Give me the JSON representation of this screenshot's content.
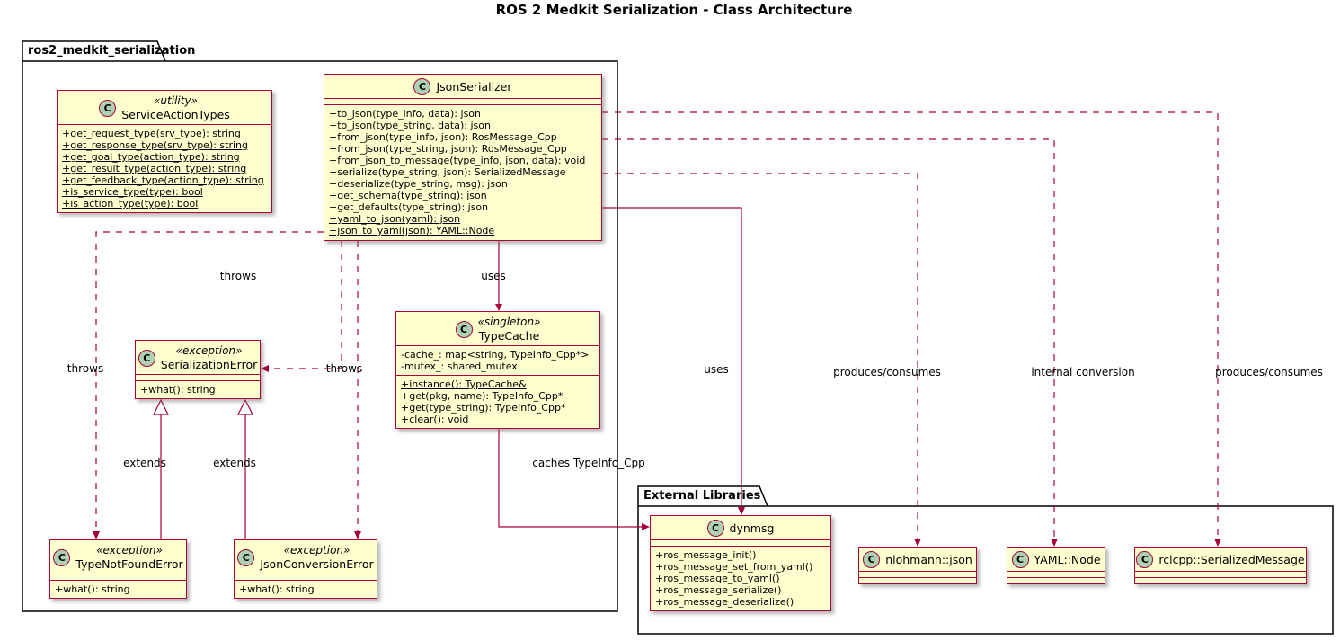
{
  "title": "ROS 2 Medkit Serialization - Class Architecture",
  "ui": {
    "class_icon": "C"
  },
  "packages": {
    "main": "ros2_medkit_serialization",
    "external": "External Libraries"
  },
  "classes": {
    "service_action_types": {
      "stereotype": "«utility»",
      "name": "ServiceActionTypes",
      "attributes": [],
      "methods": [
        {
          "t": "+get_request_type(srv_type): string",
          "s": true
        },
        {
          "t": "+get_response_type(srv_type): string",
          "s": true
        },
        {
          "t": "+get_goal_type(action_type): string",
          "s": true
        },
        {
          "t": "+get_result_type(action_type): string",
          "s": true
        },
        {
          "t": "+get_feedback_type(action_type): string",
          "s": true
        },
        {
          "t": "+is_service_type(type): bool",
          "s": true
        },
        {
          "t": "+is_action_type(type): bool",
          "s": true
        }
      ]
    },
    "json_serializer": {
      "name": "JsonSerializer",
      "attributes": [],
      "methods": [
        {
          "t": "+to_json(type_info, data): json",
          "s": false
        },
        {
          "t": "+to_json(type_string, data): json",
          "s": false
        },
        {
          "t": "+from_json(type_info, json): RosMessage_Cpp",
          "s": false
        },
        {
          "t": "+from_json(type_string, json): RosMessage_Cpp",
          "s": false
        },
        {
          "t": "+from_json_to_message(type_info, json, data): void",
          "s": false
        },
        {
          "t": "+serialize(type_string, json): SerializedMessage",
          "s": false
        },
        {
          "t": "+deserialize(type_string, msg): json",
          "s": false
        },
        {
          "t": "+get_schema(type_string): json",
          "s": false
        },
        {
          "t": "+get_defaults(type_string): json",
          "s": false
        },
        {
          "t": "+yaml_to_json(yaml): json",
          "s": true
        },
        {
          "t": "+json_to_yaml(json): YAML::Node",
          "s": true
        }
      ]
    },
    "type_cache": {
      "stereotype": "«singleton»",
      "name": "TypeCache",
      "attributes": [
        {
          "t": "-cache_: map<string, TypeInfo_Cpp*>",
          "s": false
        },
        {
          "t": "-mutex_: shared_mutex",
          "s": false
        }
      ],
      "methods": [
        {
          "t": "+instance(): TypeCache&",
          "s": true
        },
        {
          "t": "+get(pkg, name): TypeInfo_Cpp*",
          "s": false
        },
        {
          "t": "+get(type_string): TypeInfo_Cpp*",
          "s": false
        },
        {
          "t": "+clear(): void",
          "s": false
        }
      ]
    },
    "serialization_error": {
      "stereotype": "«exception»",
      "name": "SerializationError",
      "attributes": [],
      "methods": [
        {
          "t": "+what(): string",
          "s": false
        }
      ]
    },
    "type_not_found_error": {
      "stereotype": "«exception»",
      "name": "TypeNotFoundError",
      "attributes": [],
      "methods": [
        {
          "t": "+what(): string",
          "s": false
        }
      ]
    },
    "json_conversion_error": {
      "stereotype": "«exception»",
      "name": "JsonConversionError",
      "attributes": [],
      "methods": [
        {
          "t": "+what(): string",
          "s": false
        }
      ]
    },
    "dynmsg": {
      "name": "dynmsg",
      "attributes": [],
      "methods": [
        {
          "t": "+ros_message_init()",
          "s": false
        },
        {
          "t": "+ros_message_set_from_yaml()",
          "s": false
        },
        {
          "t": "+ros_message_to_yaml()",
          "s": false
        },
        {
          "t": "+ros_message_serialize()",
          "s": false
        },
        {
          "t": "+ros_message_deserialize()",
          "s": false
        }
      ]
    },
    "nlohmann_json": {
      "name": "nlohmann::json",
      "attributes": [],
      "methods": []
    },
    "yaml_node": {
      "name": "YAML::Node",
      "attributes": [],
      "methods": []
    },
    "rclcpp_serialized_message": {
      "name": "rclcpp::SerializedMessage",
      "attributes": [],
      "methods": []
    }
  },
  "edge_labels": {
    "uses_typecache": "uses",
    "uses_dynmsg": "uses",
    "caches": "caches TypeInfo_Cpp",
    "throws_typenotfound": "throws",
    "throws_serialization": "throws",
    "throws_jsonconversion": "throws",
    "extends_left": "extends",
    "extends_right": "extends",
    "produces_consumes_json": "produces/consumes",
    "internal_conversion": "internal conversion",
    "produces_consumes_serialized": "produces/consumes"
  }
}
